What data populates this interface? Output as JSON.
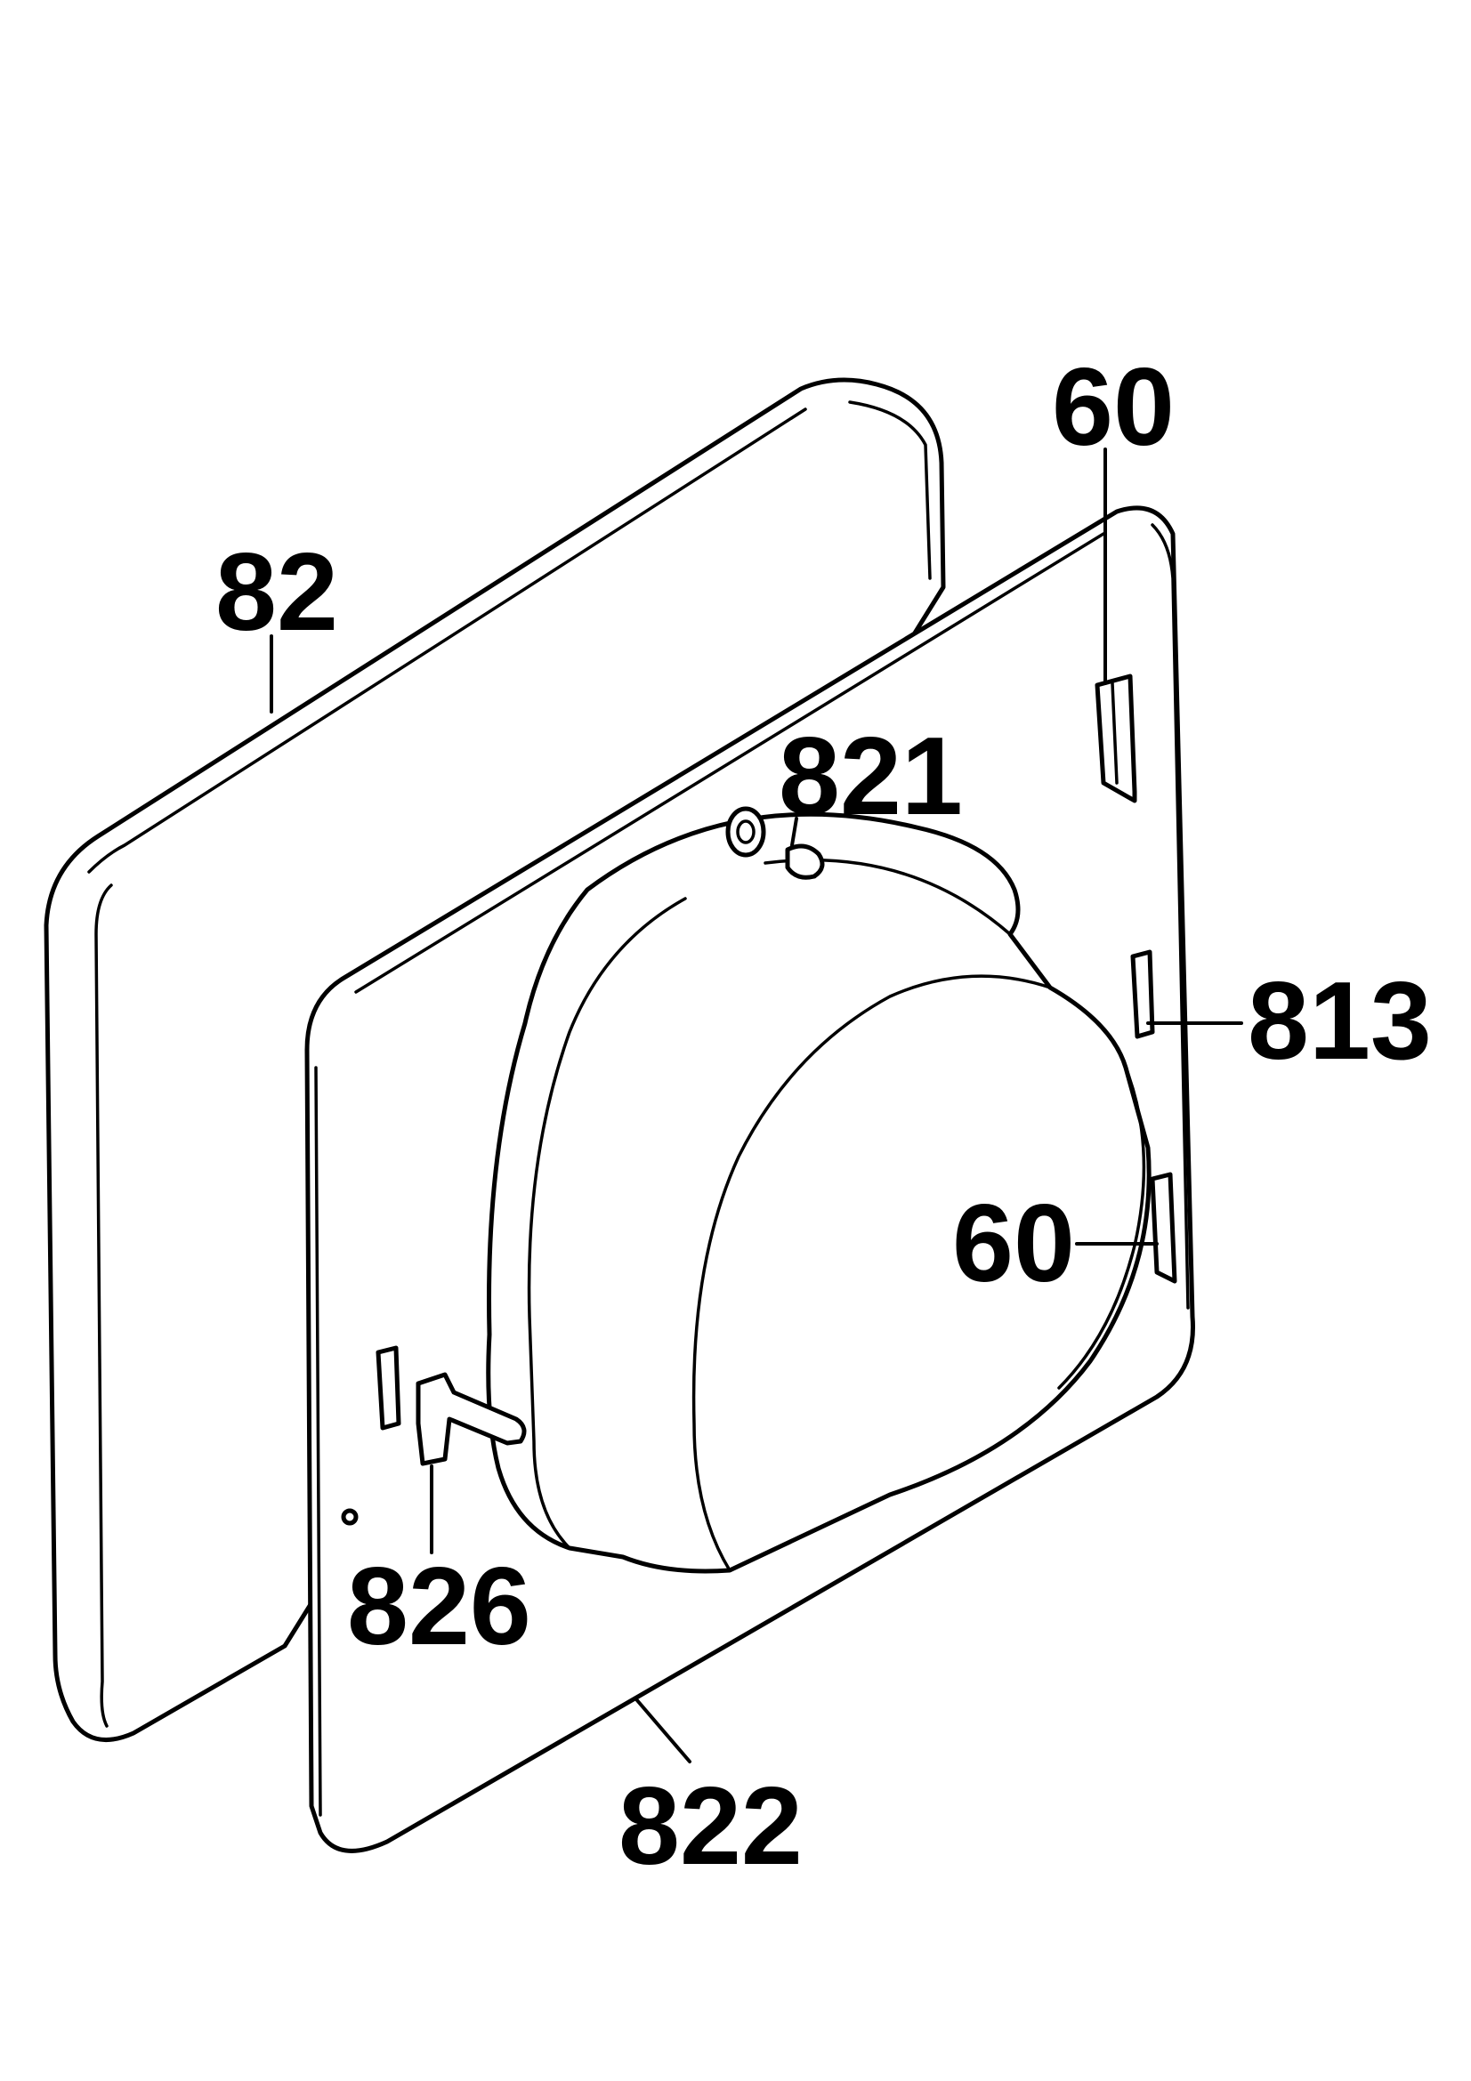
{
  "labels": {
    "part_60_top": "60",
    "part_82": "82",
    "part_821": "821",
    "part_813": "813",
    "part_60_mid": "60",
    "part_826": "826",
    "part_822": "822"
  },
  "colors": {
    "ink": "#000000",
    "paper": "#ffffff"
  }
}
